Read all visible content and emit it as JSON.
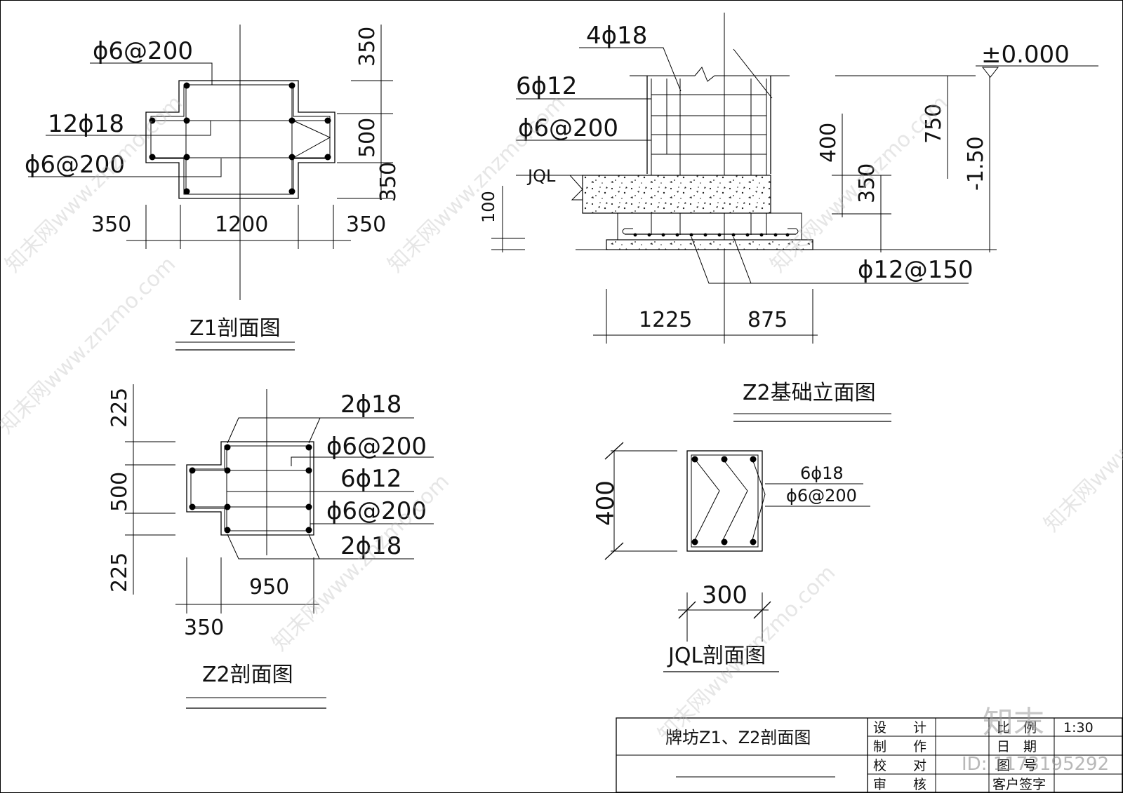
{
  "z1": {
    "title": "Z1剖面图",
    "labels": {
      "stirrup_top": "ϕ6@200",
      "main_bars": "12ϕ18",
      "stirrup_bottom": "ϕ6@200"
    },
    "dims_vertical": [
      "350",
      "500",
      "350"
    ],
    "dims_horizontal": [
      "350",
      "1200",
      "350"
    ]
  },
  "z2_elev": {
    "title": "Z2基础立面图",
    "labels": {
      "bars_4": "4ϕ18",
      "bars_6": "6ϕ12",
      "stirrup": "ϕ6@200",
      "jql": "JQL",
      "bottom_bars": "ϕ12@150",
      "elevation_zero": "±0.000"
    },
    "dims_left": [
      "100"
    ],
    "dims_right": [
      "400",
      "350",
      "750",
      "-1.50"
    ],
    "dims_bottom": [
      "1225",
      "875"
    ]
  },
  "z2": {
    "title": "Z2剖面图",
    "labels": {
      "top_bars": "2ϕ18",
      "stirrup_a": "ϕ6@200",
      "side_bars": "6ϕ12",
      "stirrup_b": "ϕ6@200",
      "bottom_bars": "2ϕ18"
    },
    "dims_vertical": [
      "225",
      "500",
      "225"
    ],
    "dims_horizontal": [
      "950",
      "350"
    ]
  },
  "jql": {
    "title": "JQL剖面图",
    "labels": {
      "main_bars": "6ϕ18",
      "stirrup": "ϕ6@200"
    },
    "dims": {
      "height": "400",
      "width": "300"
    }
  },
  "title_block": {
    "drawing_title": "牌坊Z1、Z2剖面图",
    "design": "设　　计",
    "produce": "制　　作",
    "check": "校　　对",
    "review": "审　　核",
    "scale_label": "比　例",
    "scale_value": "1:30",
    "date_label": "日　期",
    "sheet_label": "图　号",
    "client_sign": "客户签字"
  },
  "watermark": {
    "text": "知末网www.znzmo.com",
    "brand": "知末",
    "id": "ID: 1173195292"
  }
}
